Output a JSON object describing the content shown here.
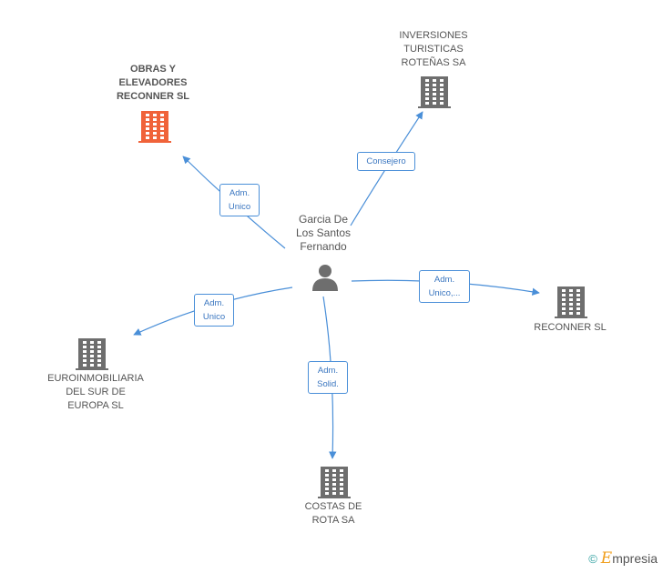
{
  "person": {
    "name": "Garcia De\nLos Santos\nFernando",
    "icon": "person-icon"
  },
  "companies": [
    {
      "id": "obras",
      "name": "OBRAS Y\nELEVADORES\nRECONNER SL",
      "highlight": true,
      "icon": "building-icon"
    },
    {
      "id": "inversiones",
      "name": "INVERSIONES\nTURISTICAS\nROTEÑAS SA",
      "highlight": false,
      "icon": "building-icon"
    },
    {
      "id": "reconner",
      "name": "RECONNER SL",
      "highlight": false,
      "icon": "building-icon"
    },
    {
      "id": "euro",
      "name": "EUROINMOBILIARIA\nDEL SUR DE\nEUROPA  SL",
      "highlight": false,
      "icon": "building-icon"
    },
    {
      "id": "costas",
      "name": "COSTAS DE\nROTA SA",
      "highlight": false,
      "icon": "building-icon"
    }
  ],
  "relations": [
    {
      "to": "obras",
      "label": "Adm.\nUnico"
    },
    {
      "to": "inversiones",
      "label": "Consejero"
    },
    {
      "to": "reconner",
      "label": "Adm.\nUnico,..."
    },
    {
      "to": "euro",
      "label": "Adm.\nUnico"
    },
    {
      "to": "costas",
      "label": "Adm.\nSolid."
    }
  ],
  "colors": {
    "edge": "#4a8fd8",
    "building": "#6e6e6e",
    "highlight": "#f0633a",
    "person": "#6e6e6e"
  },
  "footer": {
    "copyright": "©",
    "brand_initial": "E",
    "brand_rest": "mpresia"
  }
}
